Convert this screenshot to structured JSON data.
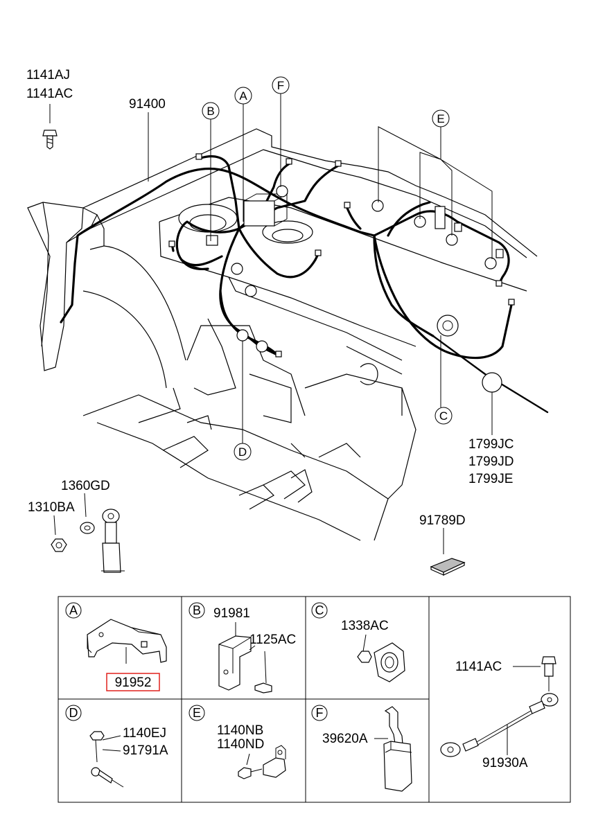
{
  "labels": {
    "p1141AJ": "1141AJ",
    "p1141AC_top": "1141AC",
    "p91400": "91400",
    "p1799JC": "1799JC",
    "p1799JD": "1799JD",
    "p1799JE": "1799JE",
    "p1360GD": "1360GD",
    "p1310BA": "1310BA",
    "p91789D": "91789D"
  },
  "callouts": {
    "a": "A",
    "b": "B",
    "c": "C",
    "d": "D",
    "e": "E",
    "f": "F"
  },
  "detail_panels": {
    "a": {
      "letter": "A",
      "part": "91952",
      "highlight_color": "#e0201c"
    },
    "b": {
      "letter": "B",
      "part1": "91981",
      "part2": "1125AC"
    },
    "c": {
      "letter": "C",
      "part": "1338AC"
    },
    "d": {
      "letter": "D",
      "part1": "1140EJ",
      "part2": "91791A"
    },
    "e": {
      "letter": "E",
      "part1": "1140NB",
      "part2": "1140ND"
    },
    "f": {
      "letter": "F",
      "part": "39620A"
    },
    "g": {
      "part1": "1141AC",
      "part2": "91930A"
    }
  }
}
